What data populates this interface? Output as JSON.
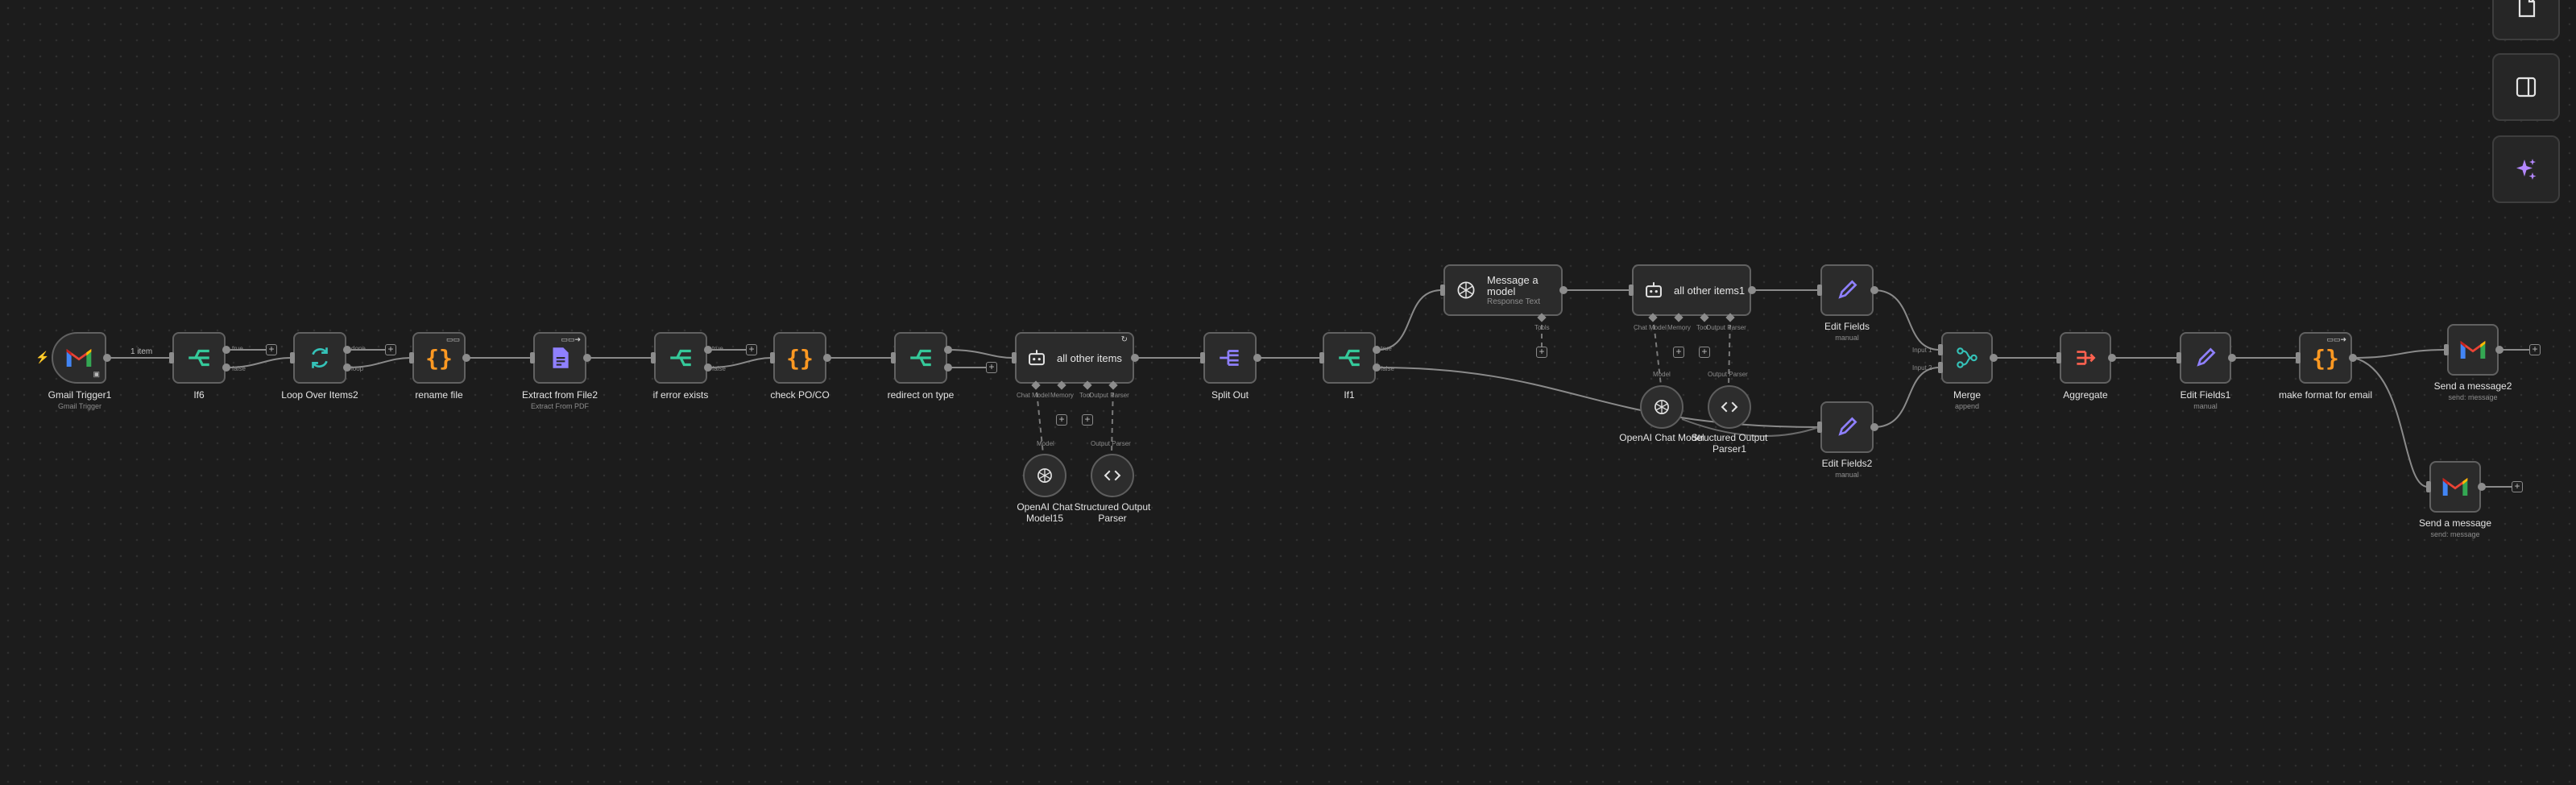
{
  "canvas": {
    "connection_label": "1 item",
    "branch_true": "true",
    "branch_false": "false",
    "loop_done": "done",
    "loop_loop": "loop",
    "input_1": "Input 1",
    "input_2": "Input 2",
    "port_chat_model": "Chat Model",
    "port_memory": "Memory",
    "port_tool": "Tool",
    "port_output_parser": "Output Parser",
    "port_model": "Model",
    "port_tools": "Tools",
    "plus": "+"
  },
  "nodes": {
    "gmail_trigger": {
      "title": "Gmail Trigger1",
      "subtitle": "Gmail Trigger"
    },
    "if6": {
      "title": "If6"
    },
    "loop": {
      "title": "Loop Over Items2"
    },
    "rename": {
      "title": "rename file"
    },
    "extract": {
      "title": "Extract from File2",
      "subtitle": "Extract From PDF"
    },
    "if_error": {
      "title": "if error exists"
    },
    "check": {
      "title": "check PO/CO"
    },
    "redirect": {
      "title": "redirect on type"
    },
    "agent1": {
      "title": "all other items"
    },
    "split": {
      "title": "Split Out"
    },
    "if1": {
      "title": "If1"
    },
    "message_model": {
      "title": "Message a model",
      "subtitle": "Response Text"
    },
    "agent2": {
      "title": "all other items1"
    },
    "edit_fields": {
      "title": "Edit Fields",
      "subtitle": "manual"
    },
    "edit_fields2": {
      "title": "Edit Fields2",
      "subtitle": "manual"
    },
    "merge": {
      "title": "Merge",
      "subtitle": "append"
    },
    "aggregate": {
      "title": "Aggregate"
    },
    "edit_fields1": {
      "title": "Edit Fields1",
      "subtitle": "manual"
    },
    "make_format": {
      "title": "make format for email"
    },
    "send2": {
      "title": "Send a message2",
      "subtitle": "send: message"
    },
    "send1": {
      "title": "Send a message",
      "subtitle": "send: message"
    },
    "openai15": {
      "title": "OpenAI Chat Model15"
    },
    "parser": {
      "title": "Structured Output Parser"
    },
    "openai_b": {
      "title": "OpenAI Chat Model"
    },
    "parser1": {
      "title": "Structured Output Parser1"
    }
  },
  "toolbar": {
    "icons": [
      "sticky-note-icon",
      "panel-icon",
      "ai-sparkle-icon"
    ]
  },
  "colors": {
    "background": "#1c1c1c",
    "node": "#2b2b2b",
    "if_green": "#35c99a",
    "code_orange": "#ff9922",
    "pencil_purple": "#8f80ff",
    "aggregate_red": "#ff6250",
    "merge_teal": "#35c2b8",
    "sparkle_purple": "#b487ff"
  }
}
